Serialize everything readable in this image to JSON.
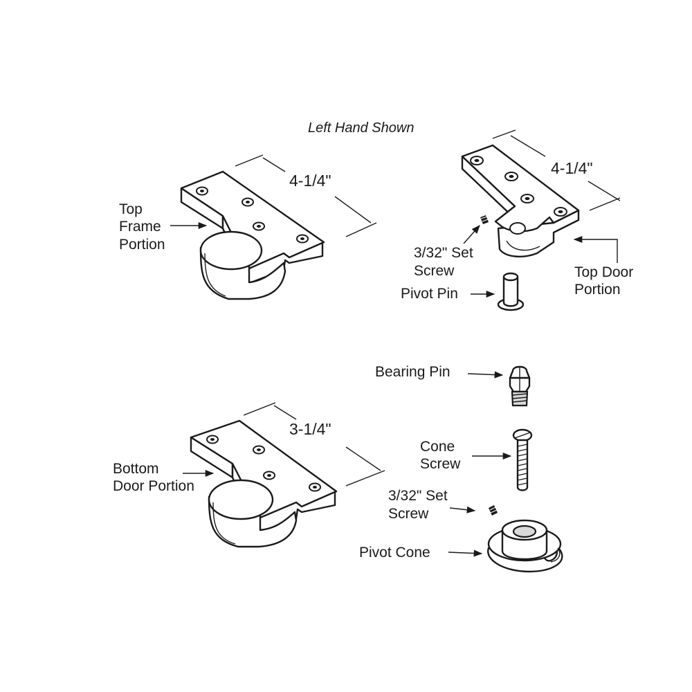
{
  "caption": "Left Hand Shown",
  "dimensions": {
    "top_frame": "4-1/4\"",
    "top_door": "4-1/4\"",
    "bottom_door": "3-1/4\""
  },
  "labels": {
    "top_frame_line1": "Top",
    "top_frame_line2": "Frame",
    "top_frame_line3": "Portion",
    "set_screw_top_line1": "3/32\" Set",
    "set_screw_top_line2": "Screw",
    "pivot_pin": "Pivot Pin",
    "top_door_line1": "Top Door",
    "top_door_line2": "Portion",
    "bearing_pin": "Bearing Pin",
    "cone_screw_line1": "Cone",
    "cone_screw_line2": "Screw",
    "set_screw_bottom_line1": "3/32\" Set",
    "set_screw_bottom_line2": "Screw",
    "pivot_cone": "Pivot Cone",
    "bottom_door_line1": "Bottom",
    "bottom_door_line2": "Door Portion"
  }
}
